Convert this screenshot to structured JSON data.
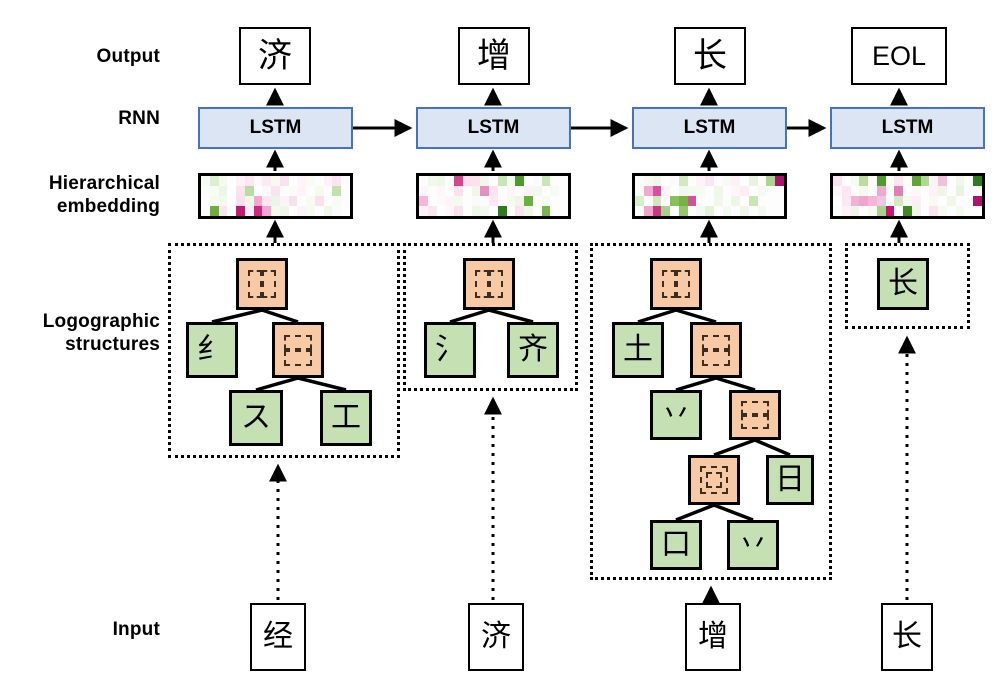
{
  "figure": {
    "title": "Hierarchical logographic decomposition RNN diagram",
    "colors": {
      "lstm_fill": "#dbe5f4",
      "lstm_border": "#4472c4",
      "leaf_fill": "#c5e0b3",
      "struct_fill": "#f7caa5",
      "outline": "#000000",
      "heatmap_pink": "#c9186f",
      "heatmap_green": "#4b9b28"
    }
  },
  "row_labels": [
    {
      "id": "output",
      "text": "Output"
    },
    {
      "id": "rnn",
      "text": "RNN"
    },
    {
      "id": "embedding",
      "text": "Hierarchical\nembedding"
    },
    {
      "id": "logographic",
      "text": "Logographic\nstructures"
    },
    {
      "id": "input",
      "text": "Input"
    }
  ],
  "outputs": [
    {
      "label": "济"
    },
    {
      "label": "增"
    },
    {
      "label": "长"
    },
    {
      "label": "EOL"
    }
  ],
  "rnn_cells": [
    {
      "label": "LSTM"
    },
    {
      "label": "LSTM"
    },
    {
      "label": "LSTM"
    },
    {
      "label": "LSTM"
    }
  ],
  "inputs": [
    {
      "label": "经"
    },
    {
      "label": "济"
    },
    {
      "label": "增"
    },
    {
      "label": "长"
    }
  ],
  "trees": [
    {
      "id": "tree-jing",
      "nodes": [
        {
          "id": "t1-root",
          "kind": "struct",
          "glyph": "ids-lr",
          "glyph_name": "ids-left-right"
        },
        {
          "id": "t1-a",
          "kind": "leaf",
          "glyph": "纟"
        },
        {
          "id": "t1-b",
          "kind": "struct",
          "glyph": "ids-tb",
          "glyph_name": "ids-top-bottom"
        },
        {
          "id": "t1-c",
          "kind": "leaf",
          "glyph": "ス"
        },
        {
          "id": "t1-d",
          "kind": "leaf",
          "glyph": "工"
        }
      ]
    },
    {
      "id": "tree-ji",
      "nodes": [
        {
          "id": "t2-root",
          "kind": "struct",
          "glyph": "ids-lr",
          "glyph_name": "ids-left-right"
        },
        {
          "id": "t2-a",
          "kind": "leaf",
          "glyph": "氵"
        },
        {
          "id": "t2-b",
          "kind": "leaf",
          "glyph": "齐"
        }
      ]
    },
    {
      "id": "tree-zeng",
      "nodes": [
        {
          "id": "t3-root",
          "kind": "struct",
          "glyph": "ids-lr",
          "glyph_name": "ids-left-right"
        },
        {
          "id": "t3-a",
          "kind": "leaf",
          "glyph": "土"
        },
        {
          "id": "t3-b",
          "kind": "struct",
          "glyph": "ids-tb",
          "glyph_name": "ids-top-bottom"
        },
        {
          "id": "t3-c",
          "kind": "leaf",
          "glyph": "丷"
        },
        {
          "id": "t3-d",
          "kind": "struct",
          "glyph": "ids-tb",
          "glyph_name": "ids-top-bottom"
        },
        {
          "id": "t3-e",
          "kind": "struct",
          "glyph": "ids-en",
          "glyph_name": "ids-enclosure"
        },
        {
          "id": "t3-f",
          "kind": "leaf",
          "glyph": "日"
        },
        {
          "id": "t3-g",
          "kind": "leaf",
          "glyph": "口"
        },
        {
          "id": "t3-h",
          "kind": "leaf",
          "glyph": "丷"
        }
      ]
    },
    {
      "id": "tree-zhang",
      "nodes": [
        {
          "id": "t4-root",
          "kind": "leaf",
          "glyph": "长"
        }
      ]
    }
  ],
  "embeddings": [
    {
      "id": "emb-1",
      "rows": 4,
      "cols": 17,
      "cells": [
        "#f7fbf4",
        "#dcefcf",
        "#f3faee",
        "#fdfdfd",
        "#fdf2f8",
        "#fbe7f2",
        "#fdf8fb",
        "#fce9f3",
        "#f6fbf2",
        "#fbe2ee",
        "#fdfdfd",
        "#fdf5f9",
        "#f8fcf5",
        "#fdfdfd",
        "#fdf2f8",
        "#fbe4ef",
        "#fdfbfc",
        "#fbfdf9",
        "#f8fcf5",
        "#ecf6e4",
        "#fdfdfd",
        "#fbe3ee",
        "#b9dd9e",
        "#fdfdfd",
        "#fdf6fa",
        "#fbe4ef",
        "#fdfdfd",
        "#f9fcf7",
        "#fdf3f9",
        "#fdfdfd",
        "#f5faf0",
        "#fdfdfd",
        "#c3e2ab",
        "#fdfdfd",
        "#fdfdfd",
        "#f4faef",
        "#f3f9ed",
        "#fdfdfd",
        "#fae0ec",
        "#f1f8ea",
        "#f6a8d0",
        "#fbe6f1",
        "#edf6e6",
        "#fdf4f9",
        "#fae0ec",
        "#fdfdfd",
        "#f7fbf4",
        "#fae2ed",
        "#fdfdfd",
        "#f7fbf4",
        "#fdfdfd",
        "#fbfdfa",
        "#6fae3c",
        "#fbe4ef",
        "#fdfdfd",
        "#bf1a74",
        "#fcecf5",
        "#cc2c80",
        "#f3a6ce",
        "#f3f9ed",
        "#eef7e7",
        "#fdfdfd",
        "#fdf2f8",
        "#f6fbf2",
        "#fdfdfd",
        "#f1f8ea",
        "#f9fcf7",
        "#fdfdfd"
      ]
    },
    {
      "id": "emb-2",
      "rows": 4,
      "cols": 17,
      "cells": [
        "#fdfdfd",
        "#f2f9ec",
        "#eff7e8",
        "#fdfdfd",
        "#d6468f",
        "#fae0ec",
        "#fbe2ee",
        "#f1f8ea",
        "#fdfdfd",
        "#cbe6b6",
        "#f3faee",
        "#4e9a2c",
        "#fdfdfd",
        "#f9fcf7",
        "#cbe6b6",
        "#fdfdfd",
        "#fdfdfd",
        "#fdf6fa",
        "#fdfdfd",
        "#fdf7fb",
        "#fdfdfd",
        "#fbe2ee",
        "#fdfdfd",
        "#f0f7e9",
        "#e88cc2",
        "#fbe4ef",
        "#fdfdfd",
        "#fdf5f9",
        "#fdfdfd",
        "#fdf2f8",
        "#f2f9ec",
        "#fdfdfd",
        "#f7fbf4",
        "#fdfdfd",
        "#f6b7d8",
        "#fdfdfd",
        "#fdfafc",
        "#fdf4f9",
        "#f4faef",
        "#fdfdfd",
        "#fdf9fb",
        "#f9fcf7",
        "#fbe8f2",
        "#fdfdfd",
        "#f3faee",
        "#eef7e7",
        "#6cb03c",
        "#fdfdfd",
        "#f6fbf2",
        "#fdfdfd",
        "#fdfdfd",
        "#fdf0f7",
        "#fbe7f2",
        "#fdfdfd",
        "#fdf6fa",
        "#fae2ed",
        "#fdfdfd",
        "#eff7e8",
        "#f3f9ed",
        "#fdfdfd",
        "#2f7d1a",
        "#fdfdfd",
        "#fbe4ef",
        "#f1f8ea",
        "#fdfdfd",
        "#7bb54b",
        "#fdfdfd",
        "#fdfdfd"
      ]
    },
    {
      "id": "emb-3",
      "rows": 4,
      "cols": 17,
      "cells": [
        "#fdfdfd",
        "#f4faef",
        "#eff7e8",
        "#fdfdfd",
        "#fdfafc",
        "#d3e9c0",
        "#fdfdfd",
        "#fdf3f9",
        "#fbe6f1",
        "#fdfdfd",
        "#f7fbf4",
        "#fdf0f7",
        "#fdfdfd",
        "#e9f4e0",
        "#fdfdfd",
        "#a9d68a",
        "#a8156a",
        "#fbfdfa",
        "#f0a9cf",
        "#d3539a",
        "#fdf2f8",
        "#fdfdfd",
        "#f2f9ec",
        "#f4faef",
        "#f6fbf2",
        "#fdfdfd",
        "#eff7e8",
        "#fdfdfd",
        "#fdf6fa",
        "#fdeef6",
        "#fdfdfd",
        "#f3faee",
        "#fdfdfd",
        "#fdfdfd",
        "#d9edc8",
        "#fdfdfd",
        "#d0e8bc",
        "#fdfdfd",
        "#89bf5b",
        "#77b246",
        "#d3539a",
        "#fbfdfa",
        "#fdfdfd",
        "#f1f8ea",
        "#fdfdfd",
        "#eef7e7",
        "#fdfdfd",
        "#cbe6b6",
        "#fdfdfd",
        "#fdfdfd",
        "#fdfdfd",
        "#fdfdfd",
        "#f1a6cc",
        "#c43a84",
        "#a8d18c",
        "#fdfdfd",
        "#95c86c",
        "#fdfdfd",
        "#f5faf0",
        "#e4f2d8",
        "#fdfdfd",
        "#f3faee",
        "#fdfdfd",
        "#f0f7e9",
        "#fdfdfd",
        "#f4faef",
        "#fdfdfd",
        "#fdfdfd"
      ]
    },
    {
      "id": "emb-4",
      "rows": 4,
      "cols": 17,
      "cells": [
        "#fbe4ef",
        "#fdfdfd",
        "#f6fbf2",
        "#b9dd9e",
        "#fdfdfd",
        "#4e9a2c",
        "#fdfdfd",
        "#fbe6f1",
        "#f9fcf7",
        "#5ea636",
        "#b0d98f",
        "#fdf2f8",
        "#f2c0dc",
        "#fdfdfd",
        "#f1f8ea",
        "#fdfdfd",
        "#2f7d1a",
        "#fdf7fb",
        "#fbe6f1",
        "#fdfdfd",
        "#f5faf0",
        "#fdfdfd",
        "#f0a9cf",
        "#fdfdfd",
        "#e07fb8",
        "#fdfdfd",
        "#fdf6fa",
        "#fdfdfd",
        "#fdf2f8",
        "#eef7e7",
        "#fdfdfd",
        "#e9f4e0",
        "#fdfdfd",
        "#fdfdfd",
        "#fdfdfd",
        "#fbe8f2",
        "#f3b2d4",
        "#efa6cb",
        "#f4b6d6",
        "#edc9e0",
        "#fdfdfd",
        "#d3e9c0",
        "#f4faef",
        "#fdeef6",
        "#fdfdfd",
        "#f7fbf4",
        "#fdfdfd",
        "#eff7e8",
        "#fdfdfd",
        "#fdfdfd",
        "#a8156a",
        "#f9fcf7",
        "#fdf0f7",
        "#eef7e7",
        "#fdfdfd",
        "#f5faf0",
        "#a8d18c",
        "#c9186f",
        "#fdfdfd",
        "#3f8a22",
        "#f0f7e9",
        "#fdfdfd",
        "#fbe4ef",
        "#f6fbf2",
        "#fdfdfd",
        "#f3faee",
        "#fdfdfd",
        "#fdfdfd"
      ]
    }
  ]
}
